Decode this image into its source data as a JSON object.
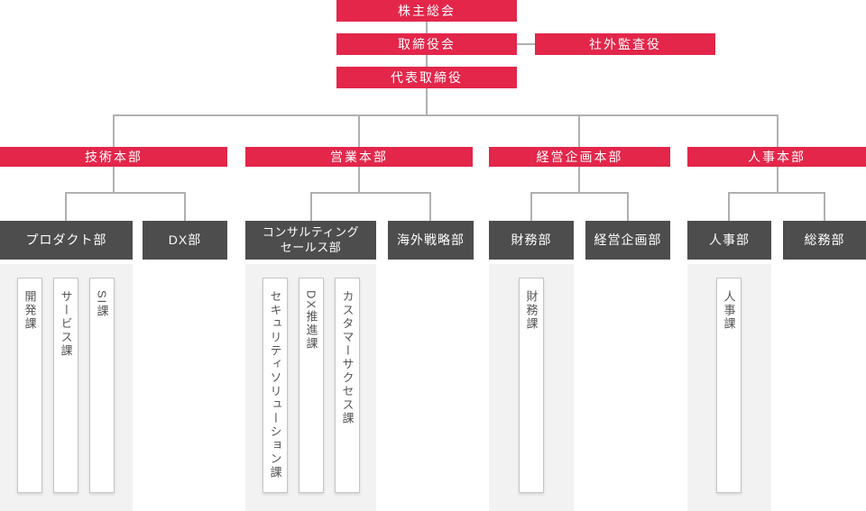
{
  "palette": {
    "accent_red": "#e3264a",
    "department_dark": "#4d4d4d",
    "connector_gray": "#b0b0b0",
    "column_bg": "#f2f2f2",
    "section_border": "#c5c5c5",
    "text_on_color": "#ffffff",
    "section_text": "#555555"
  },
  "org": {
    "top": {
      "shareholders_meeting": "株主総会",
      "board_of_directors": "取締役会",
      "outside_auditor": "社外監査役",
      "representative_director": "代表取締役"
    },
    "divisions": [
      {
        "label": "技術本部",
        "departments": [
          {
            "label": "プロダクト部",
            "lines": [
              "プロダクト部"
            ],
            "sections": [
              "開発課",
              "サービス課",
              "SI課"
            ]
          },
          {
            "label": "DX部",
            "lines": [
              "DX部"
            ],
            "sections": []
          }
        ]
      },
      {
        "label": "営業本部",
        "departments": [
          {
            "label": "コンサルティングセールス部",
            "lines": [
              "コンサルティング",
              "セールス部"
            ],
            "sections": [
              "セキュリティソリューション課",
              "DX推進課",
              "カスタマーサクセス課"
            ]
          },
          {
            "label": "海外戦略部",
            "lines": [
              "海外戦略部"
            ],
            "sections": []
          }
        ]
      },
      {
        "label": "経営企画本部",
        "departments": [
          {
            "label": "財務部",
            "lines": [
              "財務部"
            ],
            "sections": [
              "財務課"
            ]
          },
          {
            "label": "経営企画部",
            "lines": [
              "経営企画部"
            ],
            "sections": []
          }
        ]
      },
      {
        "label": "人事本部",
        "departments": [
          {
            "label": "人事部",
            "lines": [
              "人事部"
            ],
            "sections": [
              "人事課"
            ]
          },
          {
            "label": "総務部",
            "lines": [
              "総務部"
            ],
            "sections": []
          }
        ]
      }
    ]
  }
}
